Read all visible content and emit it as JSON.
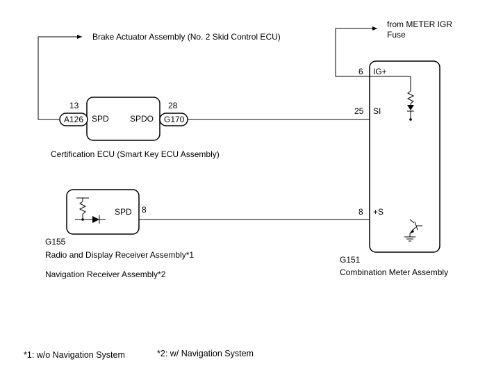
{
  "labels": {
    "brake_actuator": "Brake Actuator Assembly (No. 2 Skid Control ECU)",
    "meter_fuse_line1": "from METER IGR",
    "meter_fuse_line2": "Fuse",
    "certification_ecu": "Certification ECU (Smart Key ECU Assembly)",
    "radio_code": "G155",
    "radio_name": "Radio and Display Receiver Assembly*1",
    "navigation_name": "Navigation Receiver Assembly*2",
    "meter_code": "G151",
    "meter_name": "Combination Meter Assembly"
  },
  "certification_ecu": {
    "pin_left_num": "13",
    "pin_left_name": "SPD",
    "connector_left": "A126",
    "pin_right_num": "28",
    "pin_right_name": "SPDO",
    "connector_right": "G170"
  },
  "radio": {
    "pin_name": "SPD",
    "pin_num": "8"
  },
  "meter": {
    "pin_igp_num": "6",
    "pin_igp_name": "IG+",
    "pin_si_num": "25",
    "pin_si_name": "SI",
    "pin_s_num": "8",
    "pin_s_name": "+S"
  },
  "notes": {
    "note1": "*1: w/o Navigation System",
    "note2": "*2: w/ Navigation System"
  }
}
